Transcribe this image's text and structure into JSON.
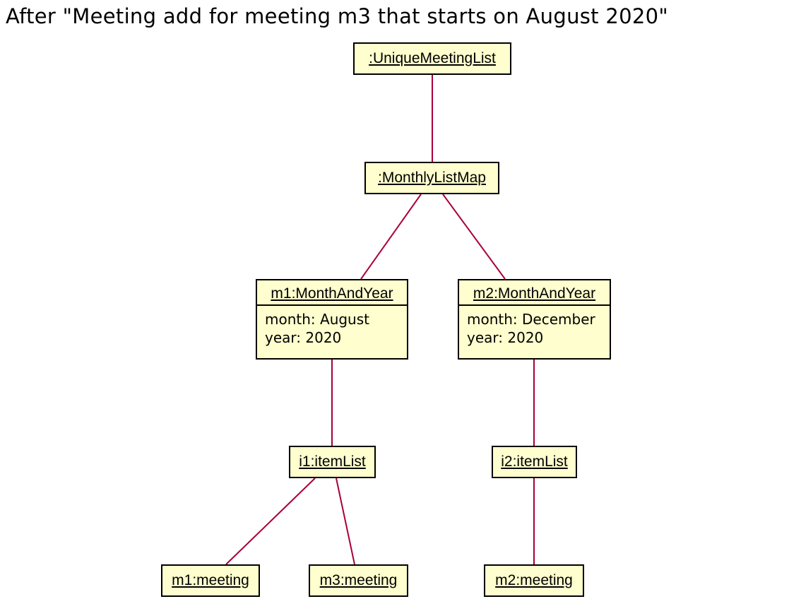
{
  "title": "After \"Meeting add for meeting m3 that starts on August 2020\"",
  "objects": {
    "unique_meeting_list": {
      "name": ":UniqueMeetingList"
    },
    "monthly_list_map": {
      "name": ":MonthlyListMap"
    },
    "m1_month_and_year": {
      "name": "m1:MonthAndYear",
      "month": "month: August",
      "year": "year: 2020"
    },
    "m2_month_and_year": {
      "name": "m2:MonthAndYear",
      "month": "month: December",
      "year": "year: 2020"
    },
    "i1_item_list": {
      "name": "i1:itemList"
    },
    "i2_item_list": {
      "name": "i2:itemList"
    },
    "m1_meeting": {
      "name": "m1:meeting"
    },
    "m3_meeting": {
      "name": "m3:meeting"
    },
    "m2_meeting": {
      "name": "m2:meeting"
    }
  },
  "colors": {
    "object_fill": "#FEFECE",
    "link": "#A80036",
    "border": "#000000"
  }
}
